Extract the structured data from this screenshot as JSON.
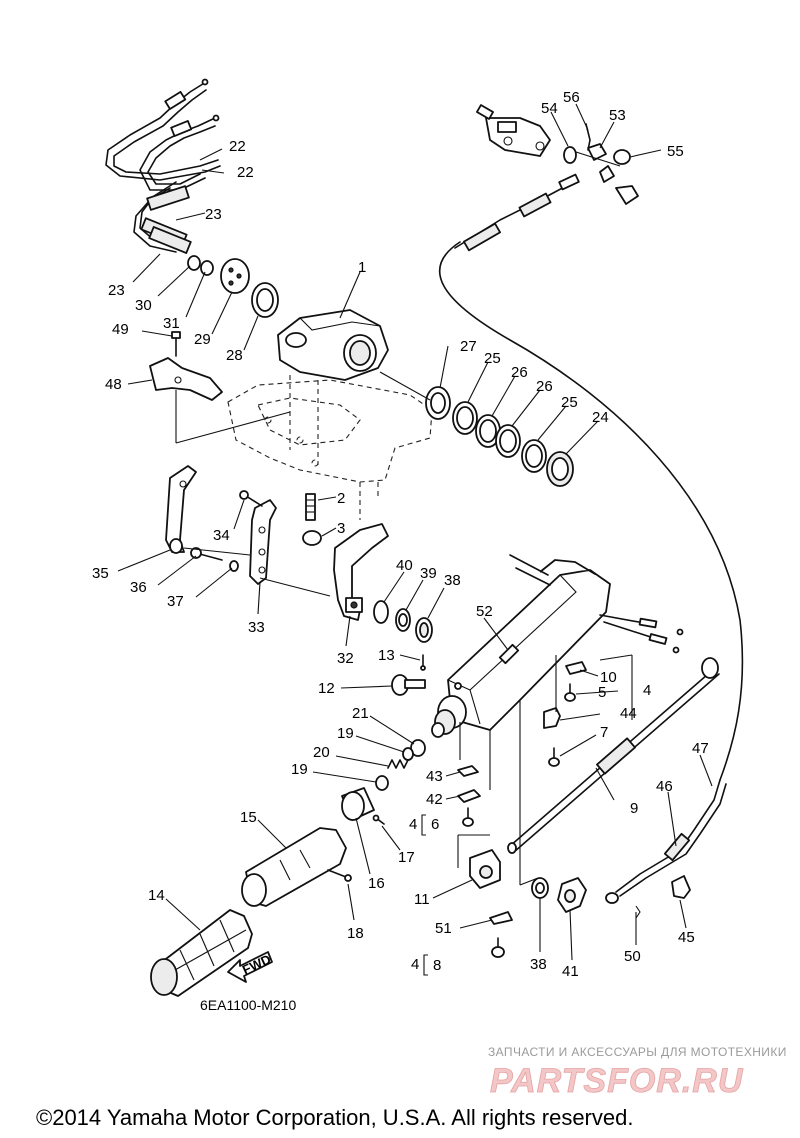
{
  "diagram": {
    "code": "6EA1100-M210",
    "fwd_label": "FWD",
    "copyright": "©2014 Yamaha Motor Corporation, U.S.A. All rights reserved.",
    "watermark": {
      "caption": "ЗАПЧАСТИ И АКСЕССУАРЫ ДЛЯ МОТОТЕХНИКИ",
      "logo": "PARTSFOR.RU"
    },
    "callouts": {
      "c1": "1",
      "c2": "2",
      "c3": "3",
      "c4a": "4",
      "c4b": "4",
      "c4c": "4",
      "c5": "5",
      "c6": "6",
      "c7": "7",
      "c8": "8",
      "c9": "9",
      "c10": "10",
      "c11": "11",
      "c12": "12",
      "c13": "13",
      "c14": "14",
      "c15": "15",
      "c16": "16",
      "c17": "17",
      "c18": "18",
      "c19a": "19",
      "c19b": "19",
      "c20": "20",
      "c21": "21",
      "c22a": "22",
      "c22b": "22",
      "c23a": "23",
      "c23b": "23",
      "c24": "24",
      "c25a": "25",
      "c25b": "25",
      "c26a": "26",
      "c26b": "26",
      "c27": "27",
      "c28": "28",
      "c29": "29",
      "c30": "30",
      "c31": "31",
      "c32": "32",
      "c33": "33",
      "c34": "34",
      "c35": "35",
      "c36": "36",
      "c37": "37",
      "c38a": "38",
      "c38b": "38",
      "c39": "39",
      "c40": "40",
      "c41": "41",
      "c42": "42",
      "c43": "43",
      "c44": "44",
      "c45": "45",
      "c46": "46",
      "c47": "47",
      "c48": "48",
      "c49": "49",
      "c50": "50",
      "c51": "51",
      "c52": "52",
      "c53": "53",
      "c54": "54",
      "c55": "55",
      "c56": "56"
    }
  }
}
